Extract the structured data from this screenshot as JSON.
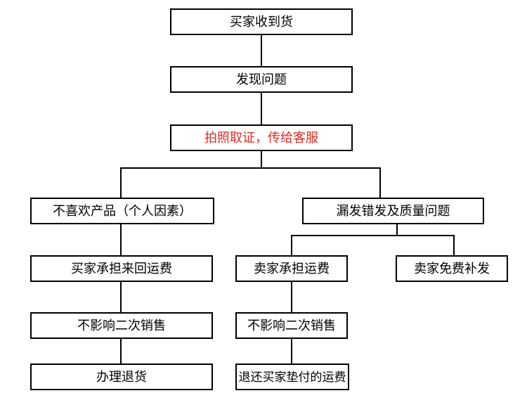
{
  "diagram": {
    "type": "flowchart",
    "background_color": "#ffffff",
    "line_color": "#000000",
    "text_color": "#000000",
    "highlight_text_color": "#e02b20",
    "nodes": {
      "buyer_receives": "买家收到货",
      "find_problem": "发现问题",
      "photo_evidence": "拍照取证，传给客服",
      "dislike_product": "不喜欢产品（个人因素）",
      "wrong_or_quality": "漏发错发及质量问题",
      "buyer_pays_roundtrip": "买家承担来回运费",
      "seller_pays_shipping": "卖家承担运费",
      "seller_free_reship": "卖家免费补发",
      "resale_ok_left": "不影响二次销售",
      "resale_ok_mid": "不影响二次销售",
      "process_return": "办理退货",
      "refund_advanced_shipping": "退还买家垫付的运费"
    },
    "edges": [
      "buyer_receives -> find_problem",
      "find_problem -> photo_evidence",
      "photo_evidence -> dislike_product",
      "photo_evidence -> wrong_or_quality",
      "dislike_product -> buyer_pays_roundtrip",
      "buyer_pays_roundtrip -> resale_ok_left",
      "resale_ok_left -> process_return",
      "wrong_or_quality -> seller_pays_shipping",
      "wrong_or_quality -> seller_free_reship",
      "seller_pays_shipping -> resale_ok_mid",
      "resale_ok_mid -> refund_advanced_shipping"
    ]
  }
}
